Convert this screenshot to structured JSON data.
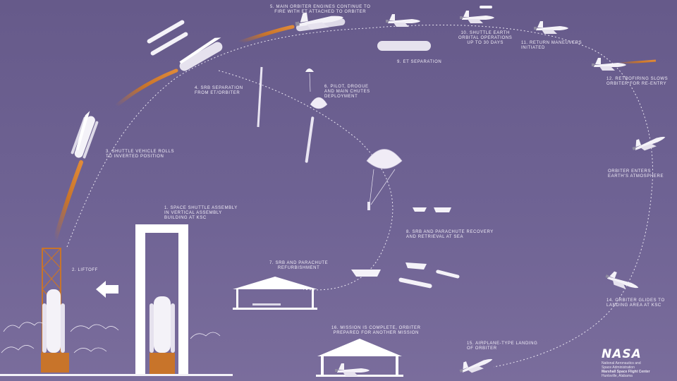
{
  "steps": {
    "s1": "1. SPACE SHUTTLE ASSEMBLY\nIN VERTICAL ASSEMBLY\nBUILDING AT KSC",
    "s2": "2. LIFTOFF",
    "s3": "3. SHUTTLE VEHICLE ROLLS\nTO INVERTED POSITION",
    "s4": "4. SRB SEPARATION\nFROM ET/ORBITER",
    "s5": "5. MAIN ORBITER ENGINES CONTINUE TO\nFIRE WITH ET ATTACHED TO ORBITER",
    "s6": "6. PILOT, DROGUE\nAND MAIN CHUTES\nDEPLOYMENT",
    "s7": "7. SRB AND PARACHUTE\nREFURBISHMENT",
    "s8": "8. SRB AND PARACHUTE RECOVERY\nAND RETRIEVAL AT SEA",
    "s9": "9. ET SEPARATION",
    "s10": "10. SHUTTLE EARTH\nORBITAL OPERATIONS\nUP TO 30 DAYS",
    "s11": "11. RETURN MANEUVERS\nINITIATED",
    "s12": "12. RETROFIRING SLOWS\nORBITER FOR RE-ENTRY",
    "s13": "ORBITER ENTERS\nEARTH'S ATMOSPHERE",
    "s14": "14. ORBITER GLIDES TO\nLANDING AREA AT KSC",
    "s15": "15. AIRPLANE-TYPE LANDING\nOF ORBITER",
    "s16": "16. MISSION IS COMPLETE, ORBITER\nPREPARED FOR ANOTHER MISSION"
  },
  "logo": {
    "word": "NASA",
    "line1": "National Aeronautics and",
    "line2": "Space Administration",
    "line3": "Marshall Space Flight Center",
    "line4": "Huntsville, Alabama"
  },
  "colors": {
    "background": "#6f6391",
    "flame": "#c8742a",
    "hardware": "#ffffff"
  }
}
